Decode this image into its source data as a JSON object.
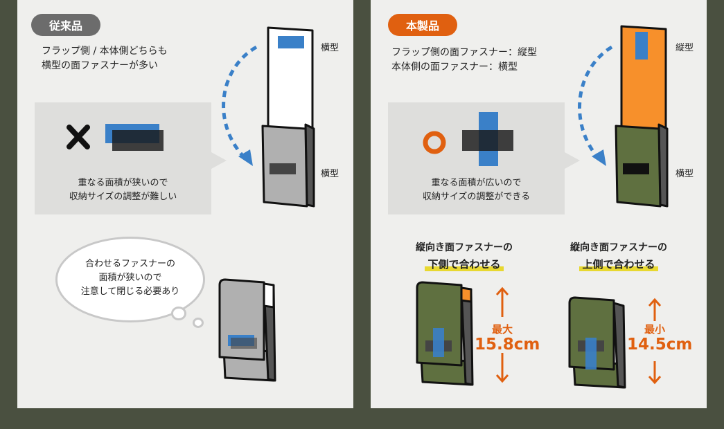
{
  "colors": {
    "background": "#4a5040",
    "panel": "#efefed",
    "pill_gray": "#6c6c6c",
    "accent_orange": "#e06010",
    "velcro_blue": "#3a80c8",
    "pouch_green": "#5f7040",
    "pouch_gray": "#b0b0b0",
    "highlight_yellow": "#e8d830"
  },
  "left": {
    "badge": "従来品",
    "desc_line1": "フラップ側 / 本体側どちらも",
    "desc_line2": "横型の面ファスナーが多い",
    "mark": "cross-mark-icon",
    "note_line1": "重なる面積が狭いので",
    "note_line2": "収納サイズの調整が難しい",
    "label_top": "横型",
    "label_bottom": "横型",
    "thought_line1": "合わせるファスナーの",
    "thought_line2": "面積が狭いので",
    "thought_line3": "注意して閉じる必要あり"
  },
  "right": {
    "badge": "本製品",
    "desc_line1": "フラップ側の面ファスナー：縦型",
    "desc_line2": "本体側の面ファスナー：横型",
    "mark": "circle-mark-icon",
    "note_line1": "重なる面積が広いので",
    "note_line2": "収納サイズの調整ができる",
    "label_top": "縦型",
    "label_bottom": "横型",
    "case1_line1": "縦向き面ファスナーの",
    "case1_line2": "下側で合わせる",
    "case1_label": "最大",
    "case1_value": "15.8cm",
    "case2_line1": "縦向き面ファスナーの",
    "case2_line2": "上側で合わせる",
    "case2_label": "最小",
    "case2_value": "14.5cm"
  }
}
